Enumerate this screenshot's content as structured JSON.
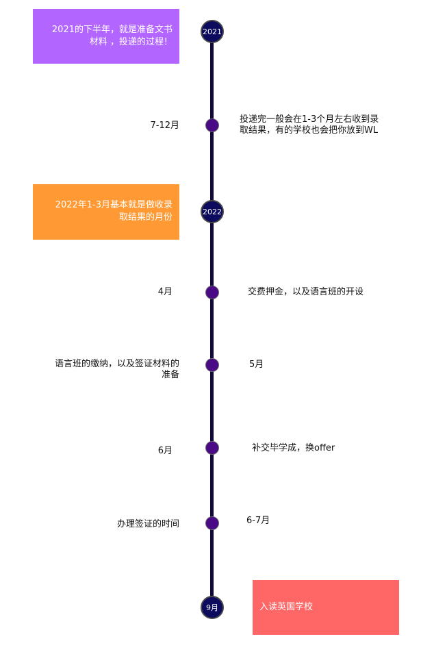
{
  "timeline": {
    "milestones": [
      {
        "year": "2021",
        "note": "2021的下半年，就是准备文书\n材料 ，投递的过程！",
        "color": "#b366ff"
      },
      {
        "year": "2022",
        "note": "2022年1-3月基本就是做收录\n取结果的月份",
        "color": "#ff9933"
      },
      {
        "year": "9月",
        "note": "入读英国学校",
        "color": "#ff6666"
      }
    ],
    "events": [
      {
        "left": "7-12月",
        "right": "投递完一般会在1-3个月左右收到录\n取结果，有的学校也会把你放到WL"
      },
      {
        "left": "4月",
        "right": "交费押金，以及语言班的开设"
      },
      {
        "left": "语言班的缴纳，以及签证材料的\n准备",
        "right": "5月"
      },
      {
        "left": "6月",
        "right": "补交毕学成，换offer"
      },
      {
        "left": "办理签证的时间",
        "right": "6-7月"
      }
    ]
  }
}
